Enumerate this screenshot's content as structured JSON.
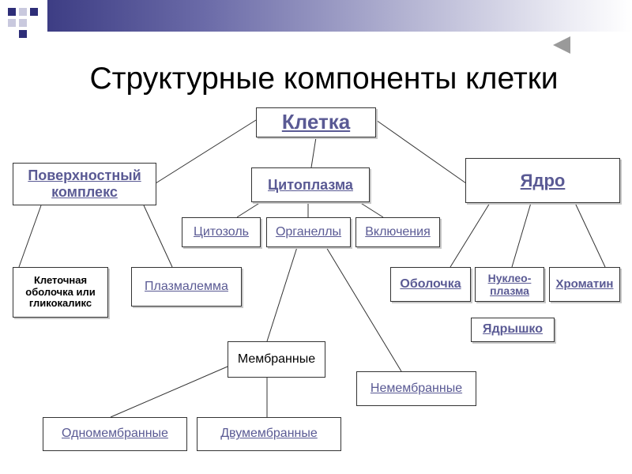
{
  "title": "Структурные компоненты клетки",
  "diagram": {
    "cell": "Клетка",
    "surface": "Поверхностный комплекс",
    "cytoplasm": "Цитоплазма",
    "nucleus": "Ядро",
    "cytosol": "Цитозоль",
    "organelles": "Органеллы",
    "inclusions": "Включения",
    "glycocalyx": "Клеточная оболочка или гликокаликс",
    "plasmalemma": "Плазмалемма",
    "envelope": "Оболочка",
    "nucleoplasm": "Нуклео-плазма",
    "chromatin": "Хроматин",
    "nucleolus": "Ядрышко",
    "membrane": "Мембранные",
    "non_membrane": "Немембранные",
    "single_membrane": "Одномембранные",
    "double_membrane": "Двумембранные"
  },
  "colors": {
    "link": "#5a5a94",
    "header_dark": "#3d3d84"
  }
}
